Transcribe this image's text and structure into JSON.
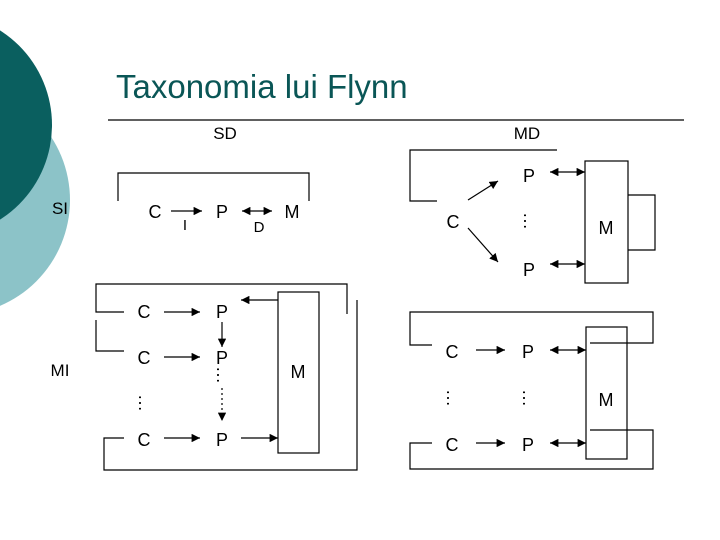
{
  "slide": {
    "title": "Taxonomia lui Flynn",
    "accent_colors": {
      "dark_teal": "#0a5f5f",
      "light_teal": "#8cc3c8"
    }
  },
  "diagram": {
    "headers": {
      "single_data": "SD",
      "multiple_data": "MD",
      "single_instruction": "SI",
      "multiple_instruction": "MI"
    },
    "sisd": {
      "control": "C",
      "processor": "P",
      "memory": "M",
      "instruction_stream": "I",
      "data_stream": "D"
    },
    "simd": {
      "control": "C",
      "processor_top": "P",
      "processor_bottom": "P",
      "ellipsis": "…",
      "memory": "M"
    },
    "misd": {
      "controls": [
        "C",
        "C",
        "C"
      ],
      "processors": [
        "P",
        "P",
        "P"
      ],
      "ellipsis_c": "…",
      "ellipsis_p": "…",
      "memory": "M"
    },
    "mimd": {
      "controls": [
        "C",
        "C"
      ],
      "processors": [
        "P",
        "P"
      ],
      "ellipsis_c": "…",
      "ellipsis_p": "…",
      "memory": "M"
    }
  }
}
